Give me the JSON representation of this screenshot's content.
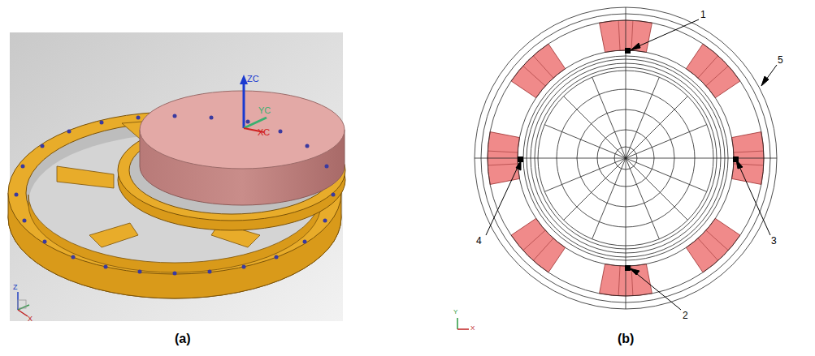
{
  "diagram": {
    "labels": [
      "ZC",
      "YC",
      "XC",
      "Z",
      "X",
      "1",
      "2",
      "3",
      "4",
      "5",
      "Y",
      "X",
      "(a)",
      "(b)"
    ]
  }
}
